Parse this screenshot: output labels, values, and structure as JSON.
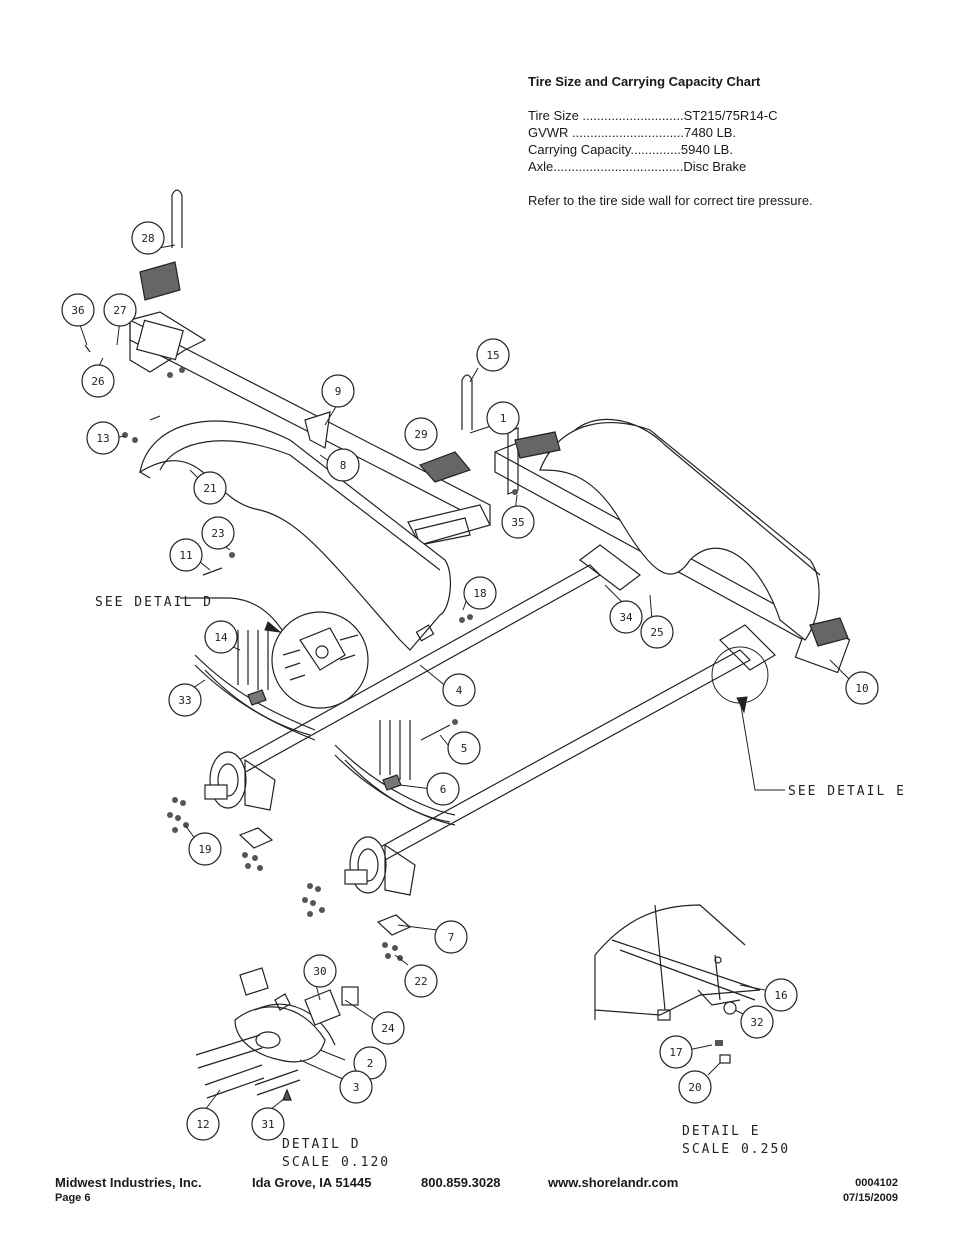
{
  "chart": {
    "title": "Tire Size and Carrying Capacity Chart",
    "rows": [
      {
        "label": "Tire Size ............................",
        "value": "ST215/75R14-C"
      },
      {
        "label": "GVWR ...............................",
        "value": "7480 LB."
      },
      {
        "label": "Carrying Capacity..............",
        "value": "5940 LB."
      },
      {
        "label": "Axle....................................",
        "value": "Disc Brake"
      }
    ],
    "note": "Refer to the tire side wall for correct tire pressure."
  },
  "callouts": [
    "28",
    "36",
    "27",
    "26",
    "15",
    "9",
    "1",
    "29",
    "13",
    "8",
    "21",
    "35",
    "23",
    "11",
    "18",
    "34",
    "25",
    "14",
    "33",
    "4",
    "10",
    "5",
    "6",
    "19",
    "7",
    "22",
    "30",
    "24",
    "2",
    "3",
    "12",
    "31",
    "16",
    "32",
    "17",
    "20"
  ],
  "labels": {
    "see_detail_d": "SEE DETAIL D",
    "see_detail_e": "SEE DETAIL E",
    "detail_d": "DETAIL D",
    "detail_d_scale": "SCALE 0.120",
    "detail_e": "DETAIL E",
    "detail_e_scale": "SCALE 0.250"
  },
  "footer": {
    "company": "Midwest Industries, Inc.",
    "location": "Ida Grove, IA  51445",
    "phone": "800.859.3028",
    "website": "www.shorelandr.com",
    "doc_number": "0004102",
    "page": "Page 6",
    "date": "07/15/2009"
  }
}
